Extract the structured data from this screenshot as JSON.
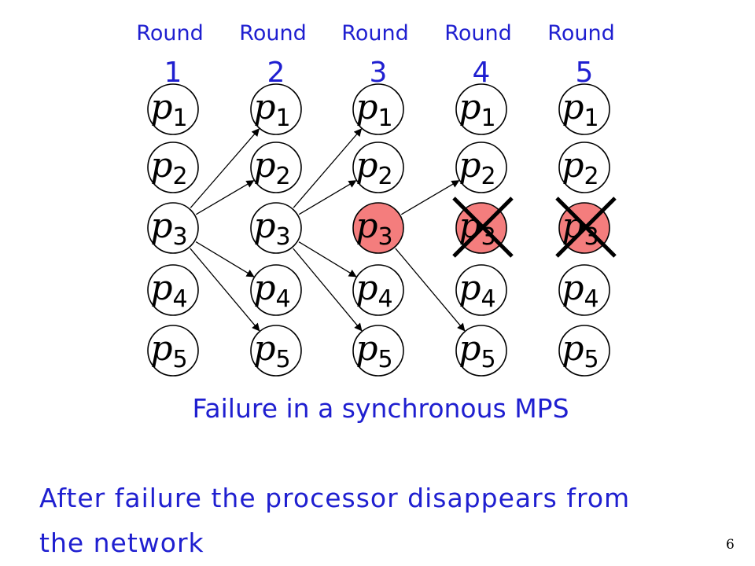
{
  "rounds": [
    {
      "label": "Round",
      "number": "1"
    },
    {
      "label": "Round",
      "number": "2"
    },
    {
      "label": "Round",
      "number": "3"
    },
    {
      "label": "Round",
      "number": "4"
    },
    {
      "label": "Round",
      "number": "5"
    }
  ],
  "node_symbol": "p",
  "processors": [
    "1",
    "2",
    "3",
    "4",
    "5"
  ],
  "failed_processor": "3",
  "failure_round": "3",
  "crossed_rounds": [
    "4",
    "5"
  ],
  "messages": [
    {
      "round": "1",
      "from": "3",
      "to": "1"
    },
    {
      "round": "1",
      "from": "3",
      "to": "2"
    },
    {
      "round": "1",
      "from": "3",
      "to": "4"
    },
    {
      "round": "1",
      "from": "3",
      "to": "5"
    },
    {
      "round": "2",
      "from": "3",
      "to": "1"
    },
    {
      "round": "2",
      "from": "3",
      "to": "2"
    },
    {
      "round": "2",
      "from": "3",
      "to": "4"
    },
    {
      "round": "2",
      "from": "3",
      "to": "5"
    },
    {
      "round": "3",
      "from": "3",
      "to": "2"
    },
    {
      "round": "3",
      "from": "3",
      "to": "5"
    }
  ],
  "colors": {
    "text_blue": "#1f1fd0",
    "failed_fill": "#f47d7d",
    "node_fill": "#ffffff",
    "stroke": "#000000"
  },
  "caption": "Failure in a synchronous MPS",
  "note": {
    "line1": "After failure the processor disappears from",
    "line2": "the network"
  },
  "page_number": "6"
}
